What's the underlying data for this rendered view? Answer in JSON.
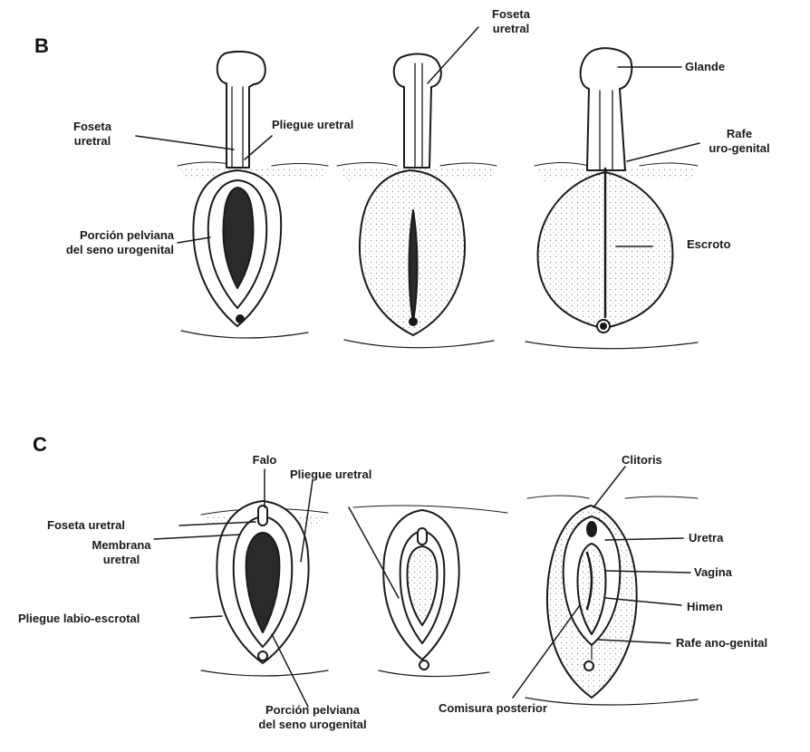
{
  "sections": {
    "b": "B",
    "c": "C"
  },
  "b_labels": {
    "foseta_top": [
      "Foseta",
      "uretral"
    ],
    "foseta_left": [
      "Foseta",
      "uretral"
    ],
    "pliegue": "Pliegue uretral",
    "glande": "Glande",
    "rafe": [
      "Rafe",
      "uro-genital"
    ],
    "escroto": "Escroto",
    "porcion": [
      "Porción pelviana",
      "del seno urogenital"
    ]
  },
  "c_labels": {
    "falo": "Falo",
    "pliegue": "Pliegue uretral",
    "foseta": "Foseta uretral",
    "membrana": [
      "Membrana",
      "uretral"
    ],
    "pliegue_labio": "Pliegue labio-escrotal",
    "porcion": [
      "Porción pelviana",
      "del seno urogenital"
    ],
    "clitoris": "Clitoris",
    "uretra": "Uretra",
    "vagina": "Vagina",
    "himen": "Himen",
    "rafe_ano": "Rafe ano-genital",
    "comisura": "Comisura posterior"
  },
  "colors": {
    "ink": "#1a1a1a",
    "dark_fill": "#2a2a2a",
    "stipple": "#9a9a9a"
  }
}
